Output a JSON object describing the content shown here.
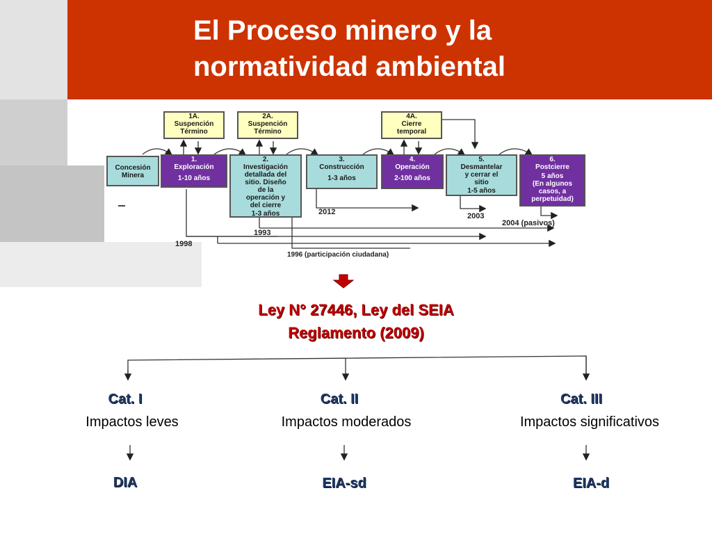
{
  "title": "El Proceso minero y la\nnormatividad ambiental",
  "colors": {
    "header": "#cc3300",
    "law_text": "#c00000",
    "category_text": "#1f3864",
    "purple": "#7030a0",
    "yellow": "#ffffc0",
    "cyan": "#a8dcdc"
  },
  "suspension_boxes": [
    {
      "code": "1A.",
      "text": "Suspención\nTérmino"
    },
    {
      "code": "2A.",
      "text": "Suspención\nTérmino"
    },
    {
      "code": "4A.",
      "text": "Cierre\ntemporal"
    }
  ],
  "stages": [
    {
      "code": "",
      "name": "Concesión\nMinera",
      "duration": ""
    },
    {
      "code": "1.",
      "name": "Exploración",
      "duration": "1-10 años"
    },
    {
      "code": "2.",
      "name": "Investigación\ndetallada del\nsitio. Diseño\nde la\noperación y\ndel cierre",
      "duration": "1-3 años"
    },
    {
      "code": "3.",
      "name": "Construcción",
      "duration": "1-3 años"
    },
    {
      "code": "4.",
      "name": "Operación",
      "duration": "2-100 años"
    },
    {
      "code": "5.",
      "name": "Desmantelar\ny cerrar el\nsitio",
      "duration": "1-5 años"
    },
    {
      "code": "6.",
      "name": "Postcierre",
      "duration": "5 años\n(En algunos\ncasos, a\nperpetuidad)"
    }
  ],
  "timeline": {
    "y2012": "2012",
    "y2003": "2003",
    "y2004": "2004 (pasivos)",
    "y1993": "1993",
    "y1998": "1998",
    "y1996": "1996 (participación ciudadana)"
  },
  "law": {
    "line1": "Ley N° 27446, Ley del SEIA",
    "line2": "Reglamento (2009)"
  },
  "categories": [
    {
      "name": "Cat. I",
      "description": "Impactos leves",
      "document": "DIA"
    },
    {
      "name": "Cat. II",
      "description": "Impactos moderados",
      "document": "EIA-sd"
    },
    {
      "name": "Cat. III",
      "description": "Impactos significativos",
      "document": "EIA-d"
    }
  ]
}
